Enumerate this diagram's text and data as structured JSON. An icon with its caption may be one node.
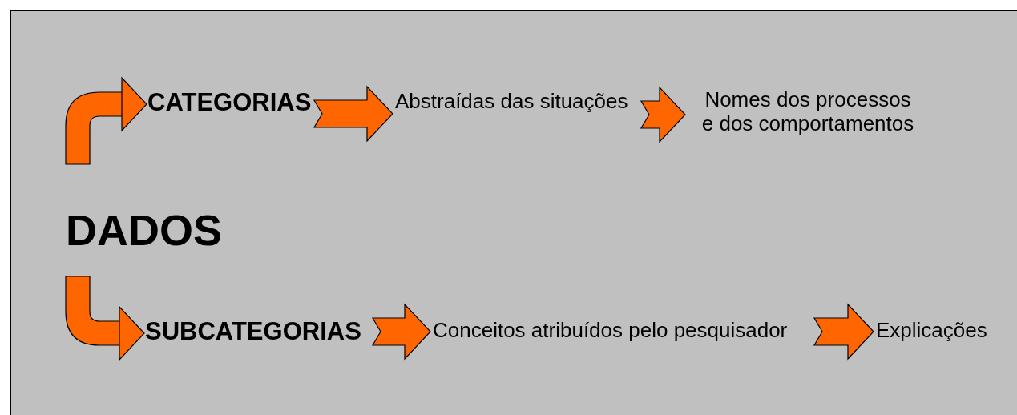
{
  "diagram": {
    "nodes": [
      {
        "text": [
          "DADOS"
        ]
      },
      {
        "text": [
          "CATEGORIAS"
        ]
      },
      {
        "text": [
          "Abstraídas das situações"
        ]
      },
      {
        "text": [
          "Nomes dos processos e dos comportamentos"
        ]
      },
      {
        "text": [
          "SUBCATEGORIAS"
        ]
      },
      {
        "text": [
          "Conceitos atribuídos pelo pesquisador"
        ]
      },
      {
        "text": [
          "Explicações"
        ]
      }
    ],
    "edges": [
      {
        "from": 0,
        "to": 1,
        "arrow": "to"
      },
      {
        "from": 1,
        "to": 2,
        "arrow": "to"
      },
      {
        "from": 2,
        "to": 3,
        "arrow": "to"
      },
      {
        "from": 0,
        "to": 4,
        "arrow": "to"
      },
      {
        "from": 4,
        "to": 5,
        "arrow": "to"
      },
      {
        "from": 5,
        "to": 6,
        "arrow": "to"
      }
    ]
  }
}
